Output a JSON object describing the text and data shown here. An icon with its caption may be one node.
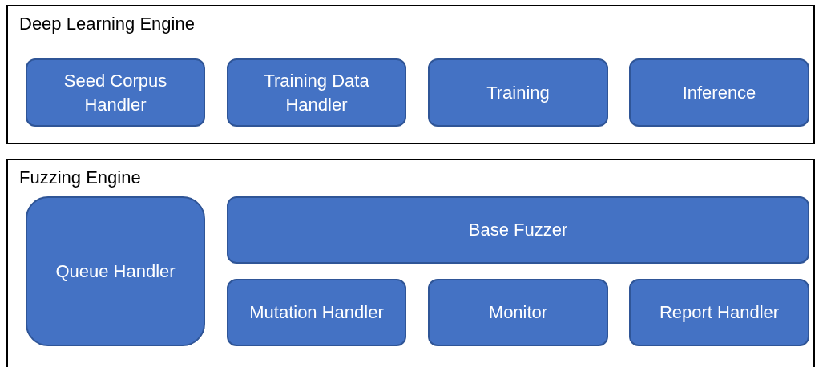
{
  "diagram": {
    "nodes": [
      {
        "text": [
          "Deep Learning Engine"
        ]
      },
      {
        "text": [
          "Seed Corpus Handler"
        ],
        "in": 0
      },
      {
        "text": [
          "Training Data Handler"
        ],
        "in": 0
      },
      {
        "text": [
          "Training"
        ],
        "in": 0
      },
      {
        "text": [
          "Inference"
        ],
        "in": 0
      },
      {
        "text": [
          "Fuzzing Engine"
        ]
      },
      {
        "text": [
          "Queue Handler"
        ],
        "in": 5
      },
      {
        "text": [
          "Base Fuzzer"
        ],
        "in": 5
      },
      {
        "text": [
          "Mutation Handler"
        ],
        "in": 5
      },
      {
        "text": [
          "Monitor"
        ],
        "in": 5
      },
      {
        "text": [
          "Report Handler"
        ],
        "in": 5
      }
    ]
  }
}
